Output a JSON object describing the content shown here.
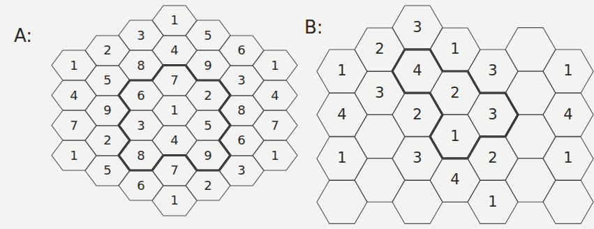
{
  "diagram": {
    "nodes": [
      {
        "text": [
          "1"
        ]
      },
      {
        "text": [
          "3"
        ]
      },
      {
        "text": [
          "5"
        ]
      },
      {
        "text": [
          "2"
        ]
      },
      {
        "text": [
          "4"
        ]
      },
      {
        "text": [
          "6"
        ]
      },
      {
        "text": [
          "1"
        ]
      },
      {
        "text": [
          "8"
        ]
      },
      {
        "text": [
          "9"
        ]
      },
      {
        "text": [
          "1"
        ]
      },
      {
        "text": [
          "5"
        ]
      },
      {
        "text": [
          "7"
        ]
      },
      {
        "text": [
          "3"
        ]
      },
      {
        "text": [
          "4"
        ]
      },
      {
        "text": [
          "6"
        ]
      },
      {
        "text": [
          "2"
        ]
      },
      {
        "text": [
          "4"
        ]
      },
      {
        "text": [
          "9"
        ]
      },
      {
        "text": [
          "1"
        ]
      },
      {
        "text": [
          "8"
        ]
      },
      {
        "text": [
          "7"
        ]
      },
      {
        "text": [
          "3"
        ]
      },
      {
        "text": [
          "5"
        ]
      },
      {
        "text": [
          "7"
        ]
      },
      {
        "text": [
          "2"
        ]
      },
      {
        "text": [
          "4"
        ]
      },
      {
        "text": [
          "6"
        ]
      },
      {
        "text": [
          "1"
        ]
      },
      {
        "text": [
          "8"
        ]
      },
      {
        "text": [
          "9"
        ]
      },
      {
        "text": [
          "1"
        ]
      },
      {
        "text": [
          "5"
        ]
      },
      {
        "text": [
          "7"
        ]
      },
      {
        "text": [
          "3"
        ]
      },
      {
        "text": [
          "6"
        ]
      },
      {
        "text": [
          "2"
        ]
      },
      {
        "text": [
          "1"
        ]
      },
      {
        "text": [
          "3"
        ]
      },
      {
        "text": [
          "2"
        ]
      },
      {
        "text": [
          "1"
        ]
      },
      {
        "text": [
          "1"
        ]
      },
      {
        "text": [
          "4"
        ]
      },
      {
        "text": [
          "3"
        ]
      },
      {
        "text": [
          "1"
        ]
      },
      {
        "text": [
          "3"
        ]
      },
      {
        "text": [
          "2"
        ]
      },
      {
        "text": [
          "4"
        ]
      },
      {
        "text": [
          "2"
        ]
      },
      {
        "text": [
          "3"
        ]
      },
      {
        "text": [
          "4"
        ]
      },
      {
        "text": [
          "1"
        ]
      },
      {
        "text": [
          "1"
        ]
      },
      {
        "text": [
          "3"
        ]
      },
      {
        "text": [
          "2"
        ]
      },
      {
        "text": [
          "1"
        ]
      },
      {
        "text": [
          "4"
        ]
      },
      {
        "text": [
          "1"
        ]
      }
    ],
    "labels": [
      "A:",
      "B:"
    ]
  }
}
